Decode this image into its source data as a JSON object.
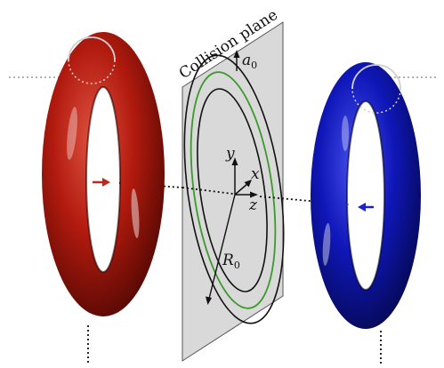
{
  "diagram": {
    "plane_label": "Collision plane",
    "labels": {
      "a0": {
        "base": "a",
        "sub": "0"
      },
      "r0": {
        "base": "R",
        "sub": "0"
      },
      "x": "x",
      "y": "y",
      "z": "z"
    }
  },
  "colors": {
    "left_ring": "#b01a0e",
    "right_ring": "#0f17b8",
    "plane_fill": "#d9d9d9",
    "green_ellipse": "#3a9a2a",
    "red_arrow": "#c0261a",
    "blue_arrow": "#1a22c8"
  }
}
